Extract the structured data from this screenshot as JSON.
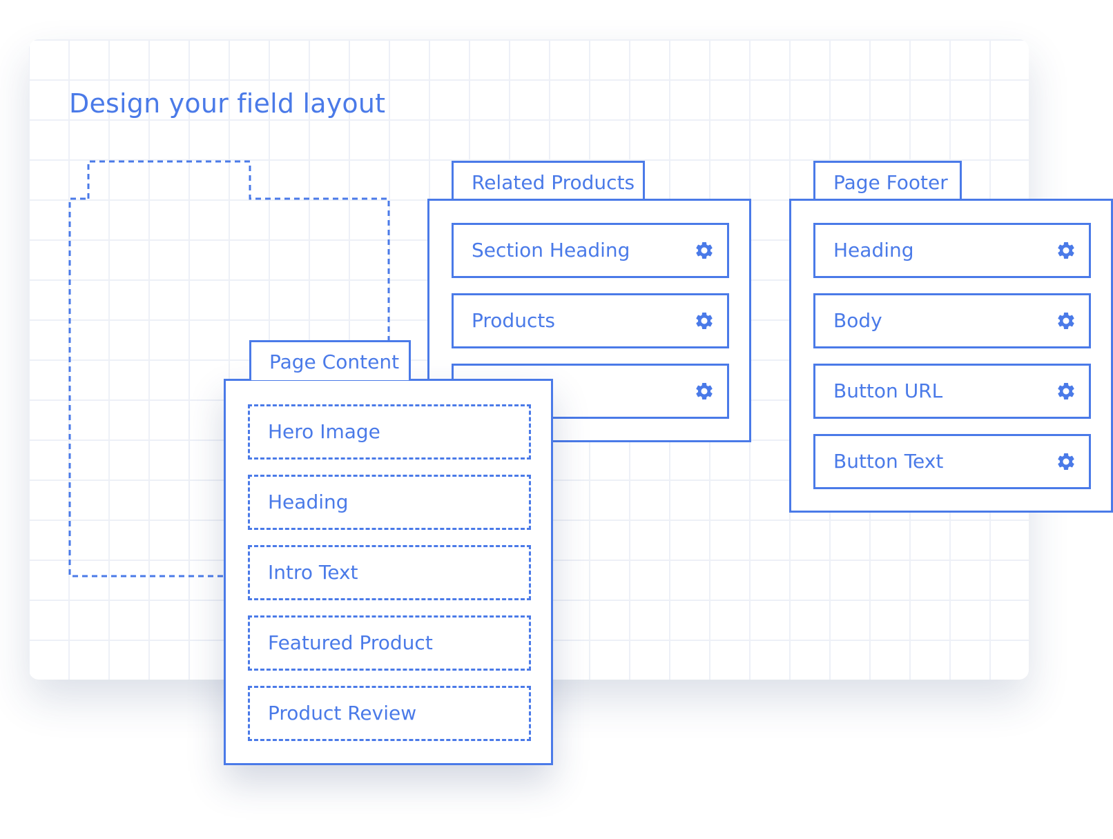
{
  "title": "Design your field layout",
  "colors": {
    "accent": "#4a7ae8",
    "grid": "#edf0f7",
    "background": "#ffffff"
  },
  "tabs": [
    {
      "name": "Related Products",
      "fields": [
        "Section Heading",
        "Products",
        ""
      ],
      "field_icon": "gear-icon"
    },
    {
      "name": "Page Footer",
      "fields": [
        "Heading",
        "Body",
        "Button URL",
        "Button Text"
      ],
      "field_icon": "gear-icon"
    },
    {
      "name": "Page Content",
      "fields": [
        "Hero Image",
        "Heading",
        "Intro Text",
        "Featured Product",
        "Product Review"
      ],
      "field_style": "dashed"
    }
  ]
}
